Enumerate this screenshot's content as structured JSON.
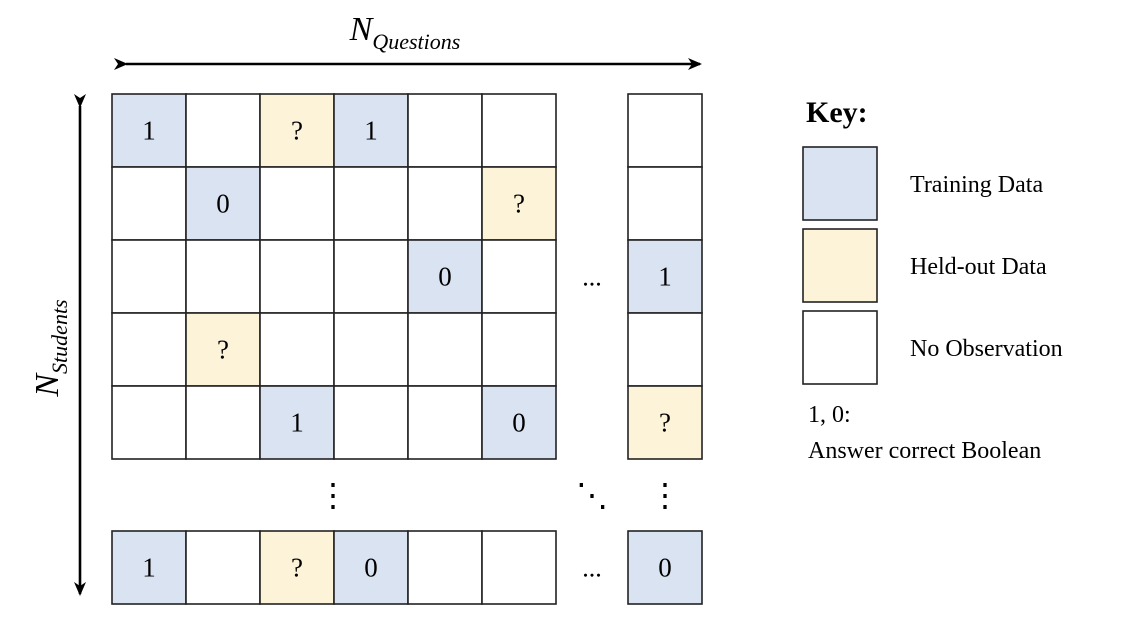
{
  "axes": {
    "horizontal": {
      "symbol": "N",
      "subscript": "Questions"
    },
    "vertical": {
      "symbol": "N",
      "subscript": "Students"
    }
  },
  "grid": {
    "columns_main": 6,
    "top_rows": [
      {
        "cells": [
          [
            "1",
            "train"
          ],
          [
            "",
            "none"
          ],
          [
            "?",
            "held"
          ],
          [
            "1",
            "train"
          ],
          [
            "",
            "none"
          ],
          [
            "",
            "none"
          ]
        ],
        "last": [
          "",
          "none"
        ]
      },
      {
        "cells": [
          [
            "",
            "none"
          ],
          [
            "0",
            "train"
          ],
          [
            "",
            "none"
          ],
          [
            "",
            "none"
          ],
          [
            "",
            "none"
          ],
          [
            "?",
            "held"
          ]
        ],
        "last": [
          "",
          "none"
        ]
      },
      {
        "cells": [
          [
            "",
            "none"
          ],
          [
            "",
            "none"
          ],
          [
            "",
            "none"
          ],
          [
            "",
            "none"
          ],
          [
            "0",
            "train"
          ],
          [
            "",
            "none"
          ]
        ],
        "last": [
          "1",
          "train"
        ]
      },
      {
        "cells": [
          [
            "",
            "none"
          ],
          [
            "?",
            "held"
          ],
          [
            "",
            "none"
          ],
          [
            "",
            "none"
          ],
          [
            "",
            "none"
          ],
          [
            "",
            "none"
          ]
        ],
        "last": [
          "",
          "none"
        ]
      },
      {
        "cells": [
          [
            "",
            "none"
          ],
          [
            "",
            "none"
          ],
          [
            "1",
            "train"
          ],
          [
            "",
            "none"
          ],
          [
            "",
            "none"
          ],
          [
            "0",
            "train"
          ]
        ],
        "last": [
          "?",
          "held"
        ]
      }
    ],
    "bottom_row": {
      "cells": [
        [
          "1",
          "train"
        ],
        [
          "",
          "none"
        ],
        [
          "?",
          "held"
        ],
        [
          "0",
          "train"
        ],
        [
          "",
          "none"
        ],
        [
          "",
          "none"
        ]
      ],
      "last": [
        "0",
        "train"
      ]
    },
    "horizontal_ellipsis": "...",
    "vertical_ellipsis": "⋮",
    "diagonal_ellipsis": "⋱"
  },
  "colors": {
    "train": "#dae3f1",
    "held": "#fcf3d8",
    "none": "#ffffff",
    "border": "#222222"
  },
  "key": {
    "title": "Key:",
    "items": [
      {
        "type": "train",
        "label": "Training Data"
      },
      {
        "type": "held",
        "label": "Held-out Data"
      },
      {
        "type": "none",
        "label": "No Observation"
      }
    ],
    "note_line1": "1, 0:",
    "note_line2": "Answer correct Boolean"
  }
}
